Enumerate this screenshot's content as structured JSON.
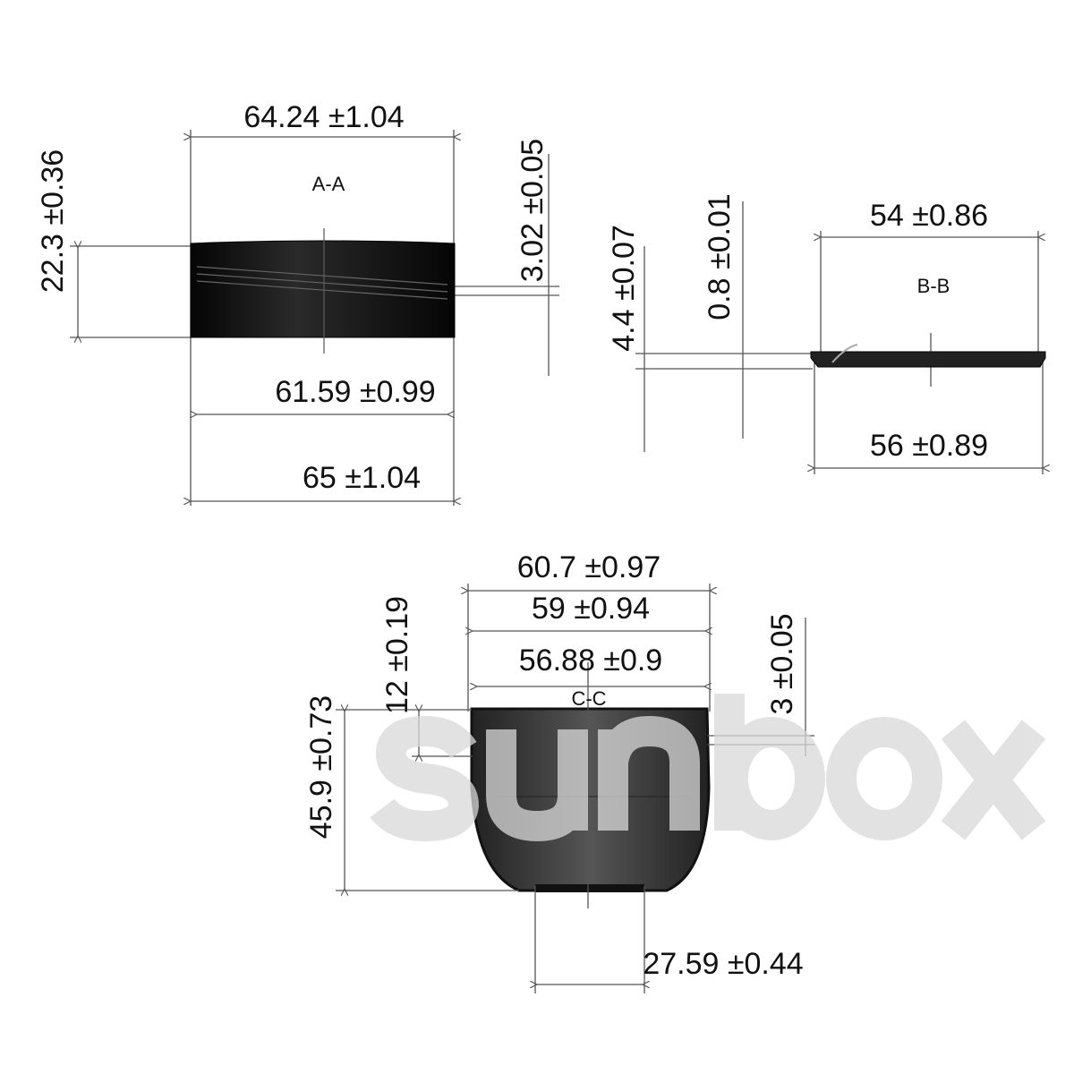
{
  "watermark": "sunbox",
  "views": {
    "a": {
      "label": "A-A",
      "dims": {
        "top_width": "64.24 ±1.04",
        "height": "22.3 ±0.36",
        "thread": "3.02 ±0.05",
        "inner_width": "61.59 ±0.99",
        "outer_width": "65 ±1.04"
      }
    },
    "b": {
      "label": "B-B",
      "dims": {
        "top_width": "54 ±0.86",
        "thickness": "0.8 ±0.01",
        "height": "4.4 ±0.07",
        "outer_width": "56 ±0.89"
      }
    },
    "c": {
      "label": "C-C",
      "dims": {
        "w1": "60.7 ±0.97",
        "w2": "59 ±0.94",
        "w3": "56.88 ±0.9",
        "neck": "12 ±0.19",
        "thread": "3 ±0.05",
        "height": "45.9 ±0.73",
        "base": "27.59 ±0.44"
      }
    }
  },
  "colors": {
    "part": "#111111",
    "line": "#555555",
    "watermark": "#d9d9d9"
  }
}
